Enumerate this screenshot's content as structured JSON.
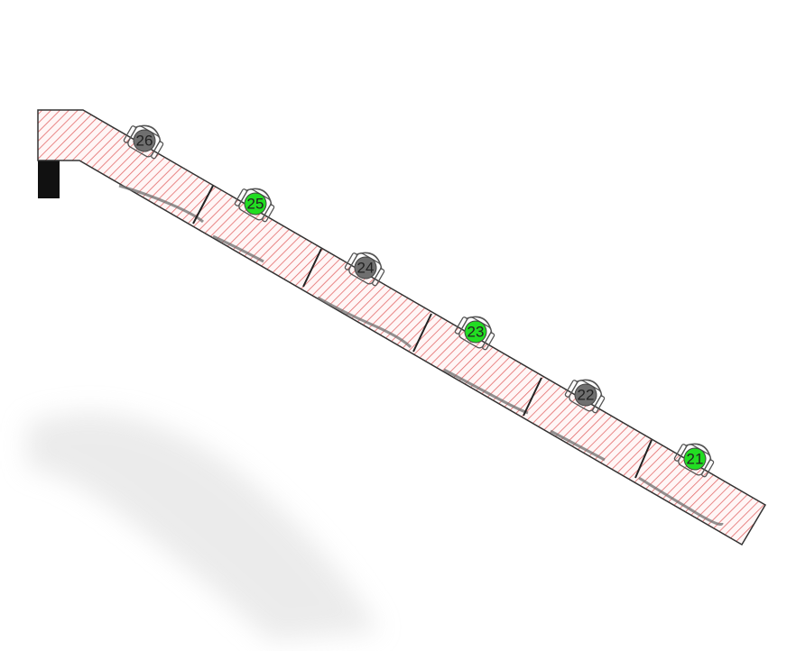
{
  "floor_plan": {
    "colors": {
      "available": "#22dd22",
      "occupied": "#6f6f6f",
      "desk_hatch": "#e36a6a",
      "outline": "#333333"
    },
    "seats": [
      {
        "number": "26",
        "status": "occupied"
      },
      {
        "number": "25",
        "status": "available"
      },
      {
        "number": "24",
        "status": "occupied"
      },
      {
        "number": "23",
        "status": "available"
      },
      {
        "number": "22",
        "status": "occupied"
      },
      {
        "number": "21",
        "status": "available"
      }
    ]
  }
}
